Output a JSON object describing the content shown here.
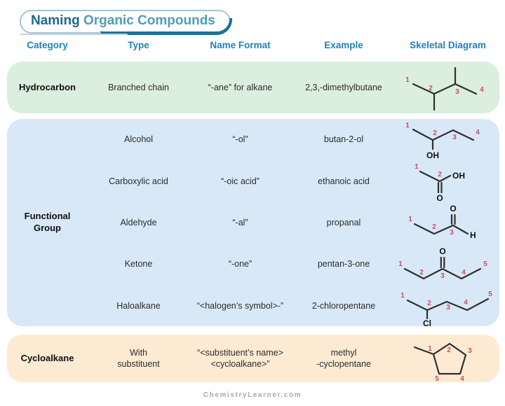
{
  "title": {
    "emphasis": "Naming",
    "rest": "Organic Compounds"
  },
  "columns": {
    "category": "Category",
    "type": "Type",
    "name_format": "Name Format",
    "example": "Example",
    "skeletal_diagram": "Skeletal Diagram"
  },
  "sections": [
    {
      "category": "Hydrocarbon",
      "band_color": "#dceedd",
      "rows": [
        {
          "type": "Branched chain",
          "name_format": "“-ane” for alkane",
          "example": "2,3,-dimethylbutane",
          "diagram": {
            "name": "2,3-dimethylbutane-skeleton",
            "numbers": [
              "1",
              "2",
              "3",
              "4"
            ],
            "atoms": {}
          }
        }
      ]
    },
    {
      "category": "Functional\nGroup",
      "band_color": "#d8e8f7",
      "rows": [
        {
          "type": "Alcohol",
          "name_format": "“-ol”",
          "example": "butan-2-ol",
          "diagram": {
            "name": "butan-2-ol-skeleton",
            "numbers": [
              "1",
              "2",
              "3",
              "4"
            ],
            "atoms": {
              "oh": "OH"
            }
          }
        },
        {
          "type": "Carboxylic acid",
          "name_format": "“-oic acid”",
          "example": "ethanoic acid",
          "diagram": {
            "name": "ethanoic-acid-skeleton",
            "numbers": [
              "1",
              "2"
            ],
            "atoms": {
              "oh": "OH",
              "o": "O"
            }
          }
        },
        {
          "type": "Aldehyde",
          "name_format": "“-al”",
          "example": "propanal",
          "diagram": {
            "name": "propanal-skeleton",
            "numbers": [
              "1",
              "2",
              "3"
            ],
            "atoms": {
              "o": "O",
              "h": "H"
            }
          }
        },
        {
          "type": "Ketone",
          "name_format": "“-one”",
          "example": "pentan-3-one",
          "diagram": {
            "name": "pentan-3-one-skeleton",
            "numbers": [
              "1",
              "2",
              "3",
              "4",
              "5"
            ],
            "atoms": {
              "o": "O"
            }
          }
        },
        {
          "type": "Haloalkane",
          "name_format": "“<halogen’s symbol>-”",
          "example": "2-chloropentane",
          "diagram": {
            "name": "2-chloropentane-skeleton",
            "numbers": [
              "1",
              "2",
              "3",
              "4",
              "5"
            ],
            "atoms": {
              "cl": "Cl"
            }
          }
        }
      ]
    },
    {
      "category": "Cycloalkane",
      "band_color": "#fcead3",
      "rows": [
        {
          "type": "With\nsubstituent",
          "name_format": "“<substituent’s name>\n<cycloalkane>”",
          "example": "methyl\n-cyclopentane",
          "diagram": {
            "name": "methylcyclopentane-skeleton",
            "numbers": [
              "1",
              "2",
              "3",
              "4",
              "5"
            ],
            "atoms": {}
          }
        }
      ]
    }
  ],
  "footer": {
    "site": "ChemistryLearner.com"
  },
  "colors": {
    "header_text": "#2180be",
    "title_dark": "#1b6a8c",
    "title_light": "#4d9db9",
    "carbon_number_red": "#c4525e",
    "bond": "#2f2f2f"
  }
}
